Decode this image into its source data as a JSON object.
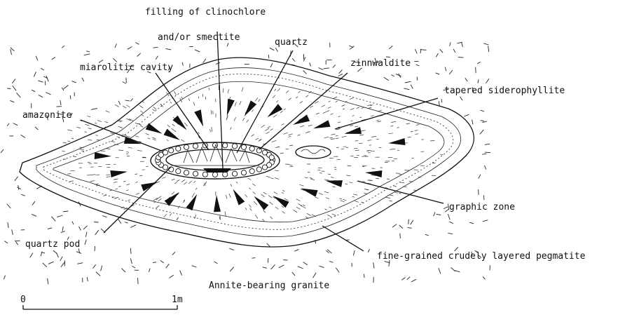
{
  "labels": {
    "filling_line1": "filling of clinochlore",
    "filling_line2": "and/or smectite",
    "quartz": "quartz",
    "miarolitic_cavity": "miarolitic cavity",
    "zinnwaldite": "zinnwaldite",
    "tapered_siderophyllite": "tapered siderophyllite",
    "amazonite": "amazonite",
    "graphic_zone": "graphic zone",
    "quartz_pod": "quartz pod",
    "fine_grained": "fine-grained crudely layered pegmatite",
    "annite_granite": "Annite-bearing granite"
  },
  "scale_bar": {
    "start_label": "0",
    "end_label": "1m"
  },
  "colors": {
    "ink": "#111111",
    "paper": "#ffffff"
  }
}
